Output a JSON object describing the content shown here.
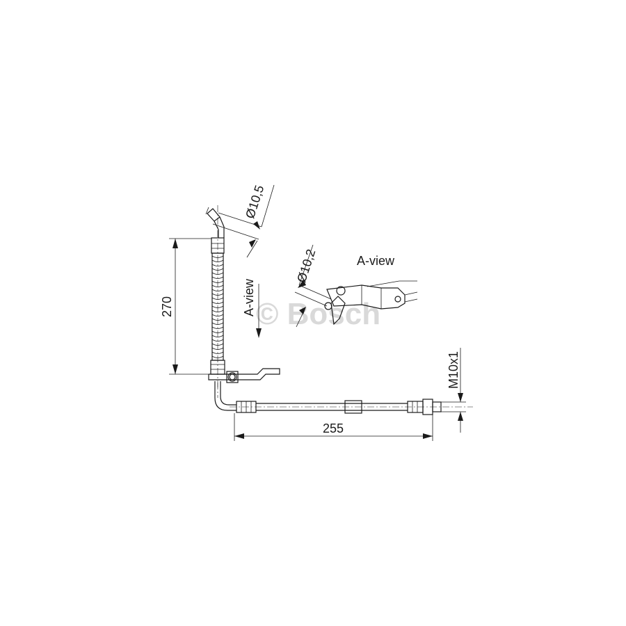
{
  "dimensions": {
    "vertical_length": "270",
    "horizontal_length": "255",
    "diameter_top": "Ø10,5",
    "diameter_view": "Ø10,2",
    "thread": "M10x1"
  },
  "labels": {
    "view_arrow": "A-view",
    "view_title": "A-view"
  },
  "watermark": "© Bosch"
}
